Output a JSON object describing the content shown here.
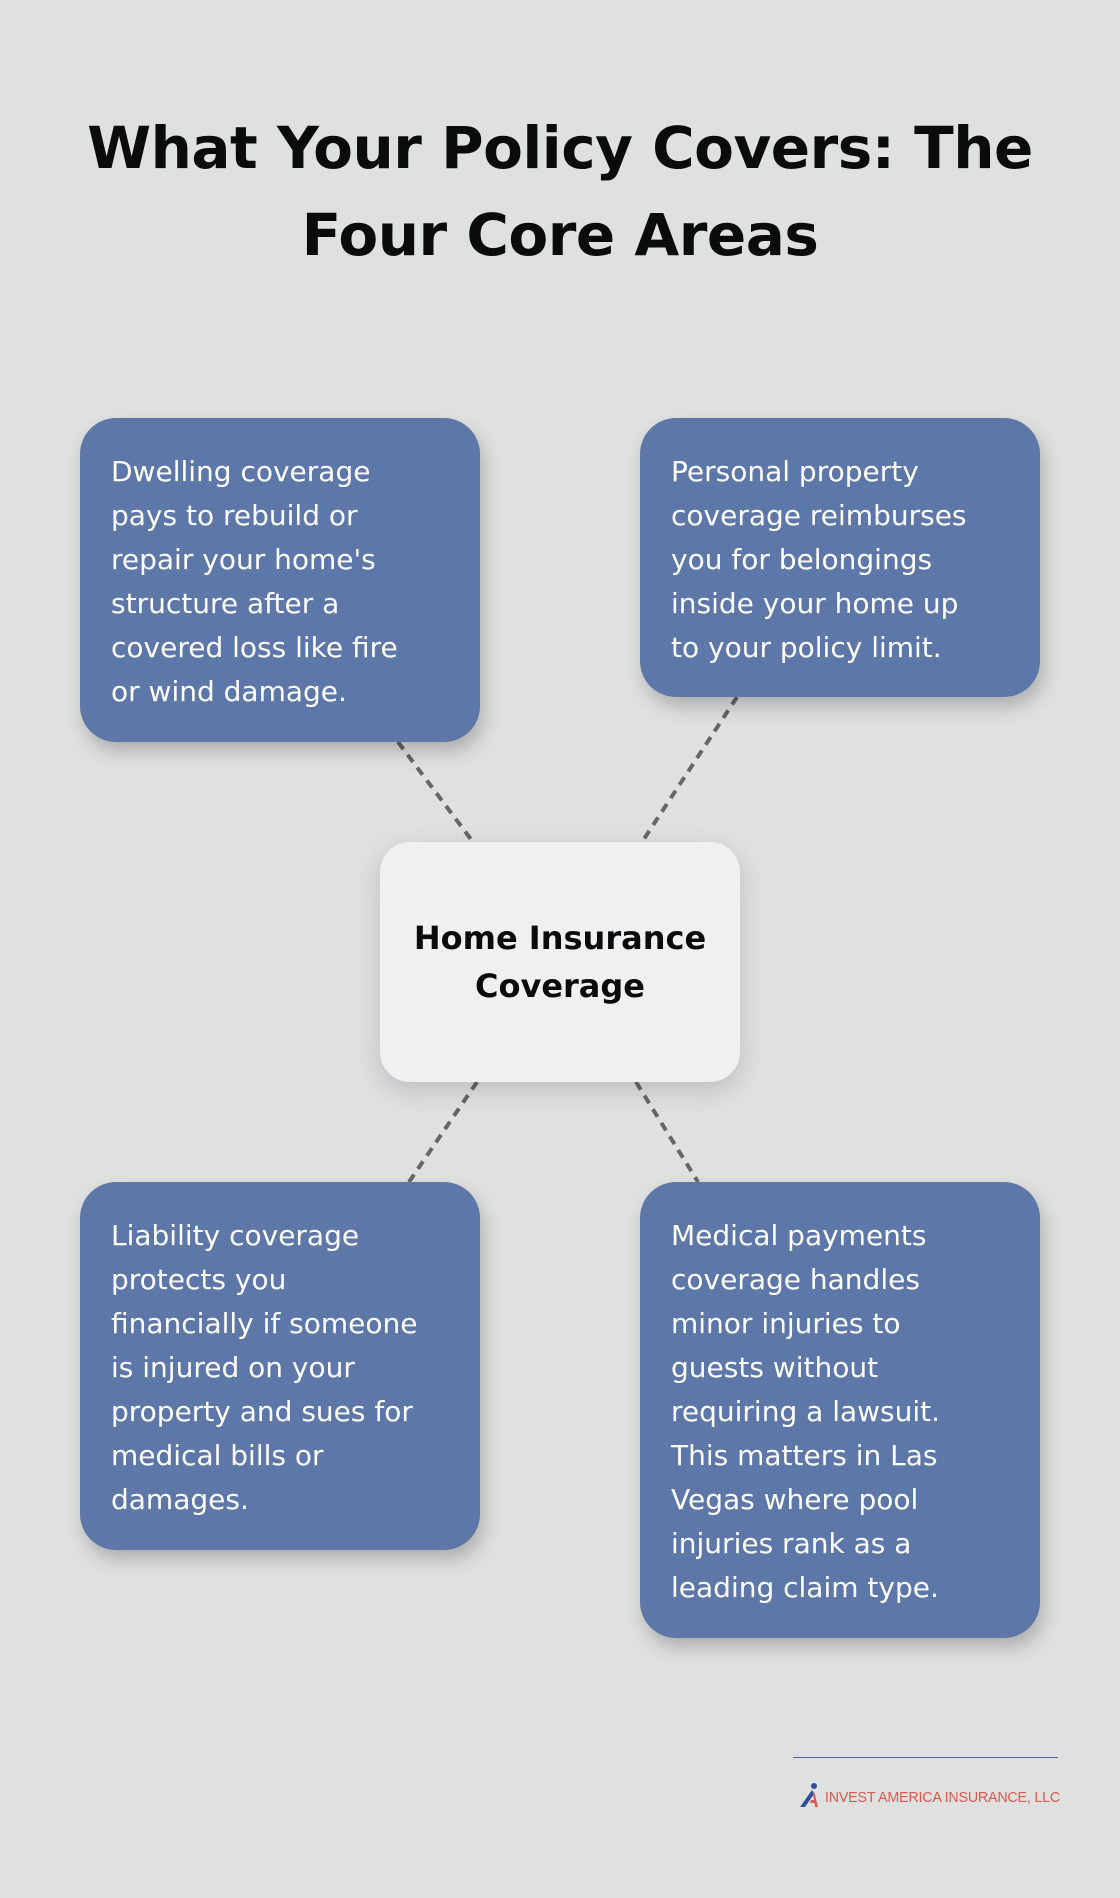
{
  "title": {
    "lines": [
      "What Your Policy Covers: The",
      "Four Core Areas"
    ]
  },
  "center_node": {
    "lines": [
      "Home Insurance",
      "Coverage"
    ]
  },
  "cards": [
    {
      "id": "dwelling",
      "lines": [
        "Dwelling coverage",
        "pays to rebuild or",
        "repair your home's",
        "structure after a",
        "covered loss like fire",
        "or wind damage."
      ]
    },
    {
      "id": "personal-property",
      "lines": [
        "Personal property",
        "coverage reimburses",
        "you for belongings",
        "inside your home up",
        "to your policy limit."
      ]
    },
    {
      "id": "liability",
      "lines": [
        "Liability coverage",
        "protects you",
        "financially if someone",
        "is injured on your",
        "property and sues for",
        "medical bills or",
        "damages."
      ]
    },
    {
      "id": "medical-payments",
      "lines": [
        "Medical payments",
        "coverage handles",
        "minor injuries to",
        "guests without",
        "requiring a lawsuit.",
        "This matters in Las",
        "Vegas where pool",
        "injuries rank as a",
        "leading claim type."
      ]
    }
  ],
  "footer": {
    "brand": "INVEST AMERICA INSURANCE, LLC",
    "logo_icon": "invest-america-logo-icon"
  },
  "colors": {
    "background": "#dfe1e0",
    "card": "#5d77a8",
    "center_node": "#eff0f2",
    "connector": "#666666",
    "brand_red": "#e0574c",
    "brand_blue": "#2e4f9a"
  }
}
